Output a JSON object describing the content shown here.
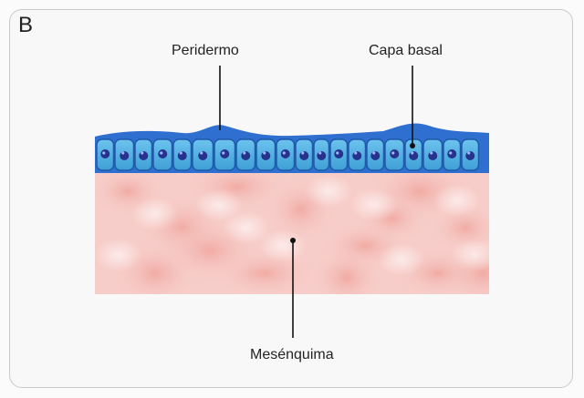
{
  "figure": {
    "panel_letter": "B",
    "labels": {
      "peridermo": "Peridermo",
      "capa_basal": "Capa basal",
      "mesenquima": "Mesénquima"
    },
    "colors": {
      "periderm": "#2f6fd0",
      "cell_fill": "#5db9e6",
      "cell_border": "#1f5aa8",
      "nucleus": "#27328d",
      "mesenchyme": "#f6c9c5",
      "leader_line": "#111111"
    }
  }
}
